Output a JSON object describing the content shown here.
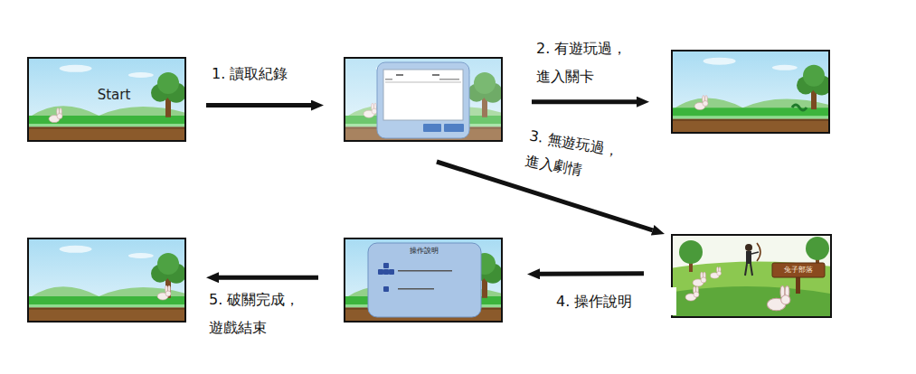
{
  "diagram": {
    "nodes": [
      {
        "text": [
          "Start"
        ]
      },
      {
        "text": []
      },
      {
        "text": []
      },
      {
        "text": [
          "兔子部落"
        ]
      },
      {
        "text": [
          "操作說明"
        ]
      },
      {
        "text": []
      }
    ],
    "edges": [
      {
        "from": 0,
        "to": 1,
        "arrow": "to",
        "label": "1. 讀取紀錄"
      },
      {
        "from": 1,
        "to": 2,
        "arrow": "to",
        "label": "2. 有遊玩過， 進入關卡"
      },
      {
        "from": 1,
        "to": 3,
        "arrow": "to",
        "label": "3. 無遊玩過， 進入劇情"
      },
      {
        "from": 3,
        "to": 4,
        "arrow": "to",
        "label": "4. 操作說明"
      },
      {
        "from": 4,
        "to": 5,
        "arrow": "to",
        "label": "5. 破關完成， 遊戲結束"
      }
    ]
  }
}
